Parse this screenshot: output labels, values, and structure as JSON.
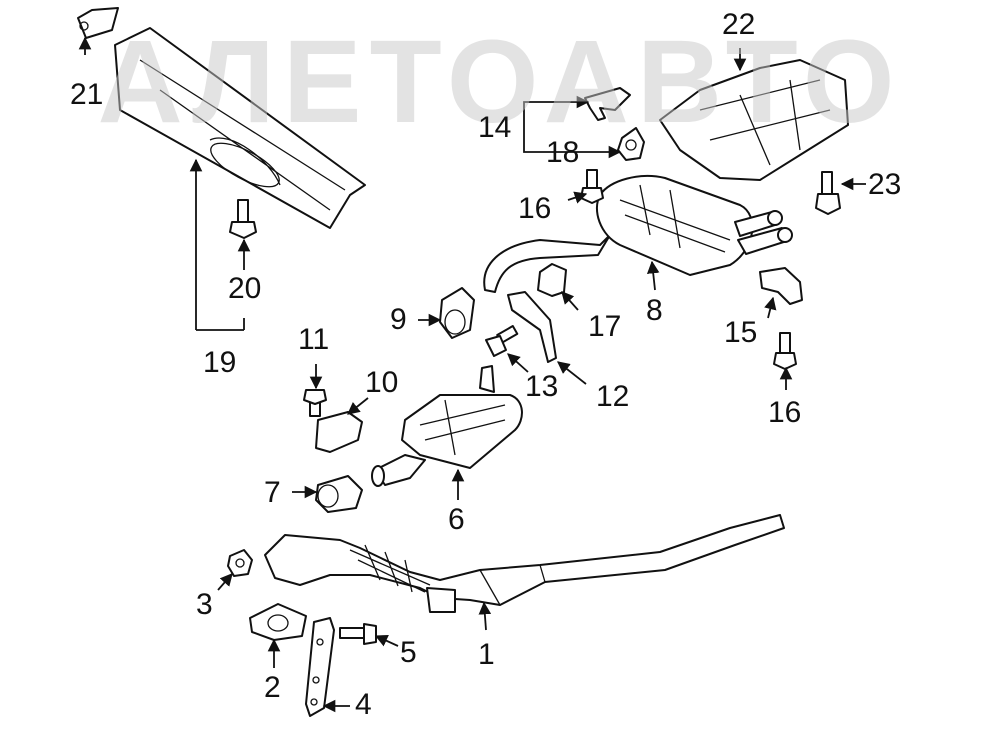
{
  "watermark": {
    "text": "АЛЕТОАВТО",
    "color": "#c8c8c8"
  },
  "callouts": [
    {
      "id": "p1",
      "label": "1"
    },
    {
      "id": "p2",
      "label": "2"
    },
    {
      "id": "p3",
      "label": "3"
    },
    {
      "id": "p4",
      "label": "4"
    },
    {
      "id": "p5",
      "label": "5"
    },
    {
      "id": "p6",
      "label": "6"
    },
    {
      "id": "p7",
      "label": "7"
    },
    {
      "id": "p8",
      "label": "8"
    },
    {
      "id": "p9",
      "label": "9"
    },
    {
      "id": "p10",
      "label": "10"
    },
    {
      "id": "p11",
      "label": "11"
    },
    {
      "id": "p12",
      "label": "12"
    },
    {
      "id": "p13",
      "label": "13"
    },
    {
      "id": "p14",
      "label": "14"
    },
    {
      "id": "p15",
      "label": "15"
    },
    {
      "id": "p16a",
      "label": "16"
    },
    {
      "id": "p16b",
      "label": "16"
    },
    {
      "id": "p17",
      "label": "17"
    },
    {
      "id": "p18",
      "label": "18"
    },
    {
      "id": "p19",
      "label": "19"
    },
    {
      "id": "p20",
      "label": "20"
    },
    {
      "id": "p21",
      "label": "21"
    },
    {
      "id": "p22",
      "label": "22"
    },
    {
      "id": "p23",
      "label": "23"
    }
  ]
}
